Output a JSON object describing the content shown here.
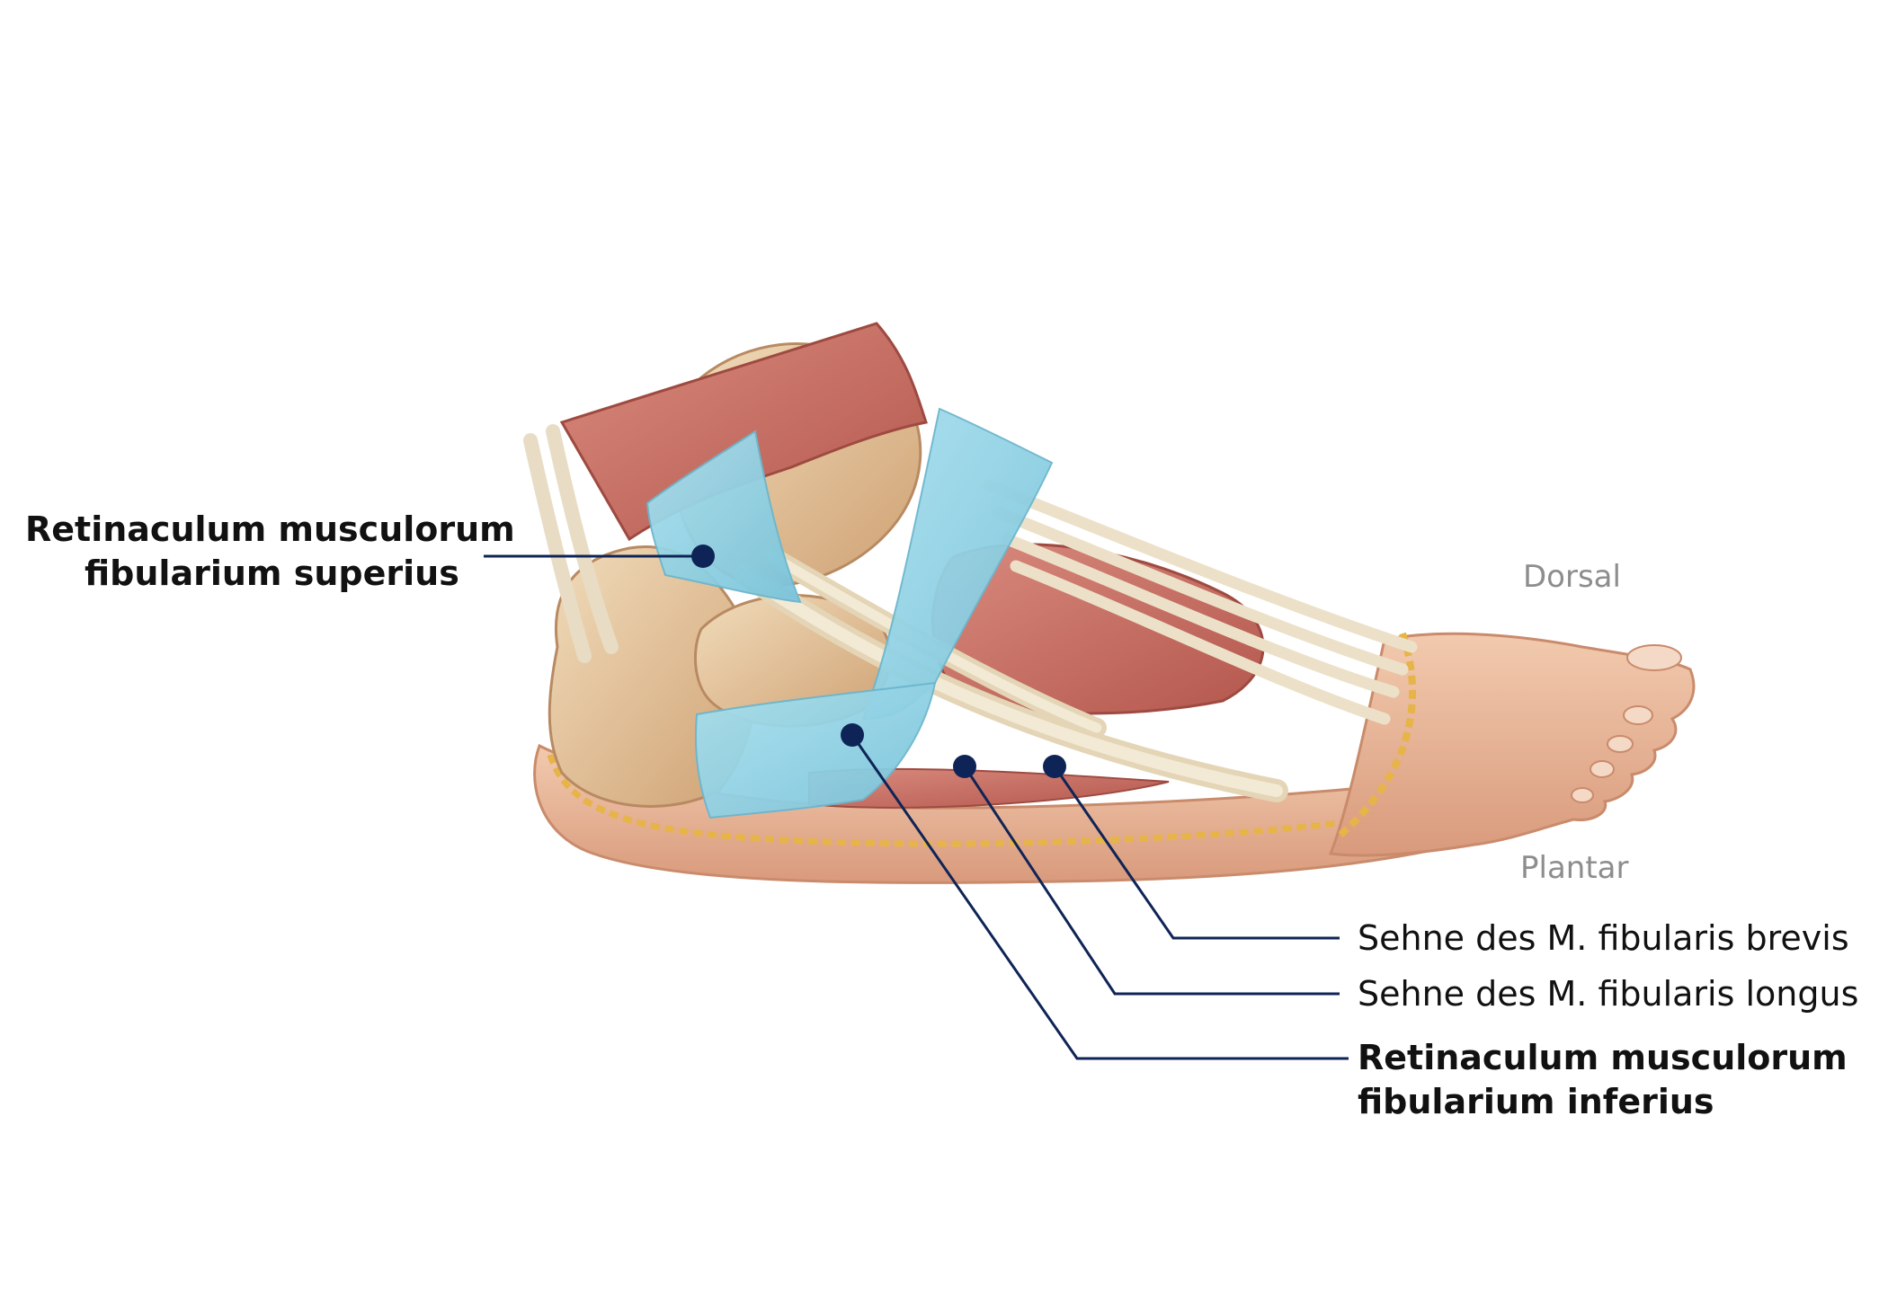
{
  "labels": {
    "superius": {
      "line1": "Retinaculum musculorum",
      "line2": "fibularium superius"
    },
    "inferius": {
      "line1": "Retinaculum musculorum",
      "line2": "fibularium inferius"
    },
    "brevis": "Sehne des M. fibularis brevis",
    "longus": "Sehne des M. fibularis longus",
    "dorsal": "Dorsal",
    "plantar": "Plantar"
  },
  "colors": {
    "leader": "#0f2456",
    "retinaculum": "#8fd3e6",
    "muscle": "#c96a5e",
    "tendon": "#ece1c8",
    "skin": "#e7b596",
    "bone": "#e3c59c"
  },
  "icons": [
    "foot-anatomy-illustration"
  ]
}
